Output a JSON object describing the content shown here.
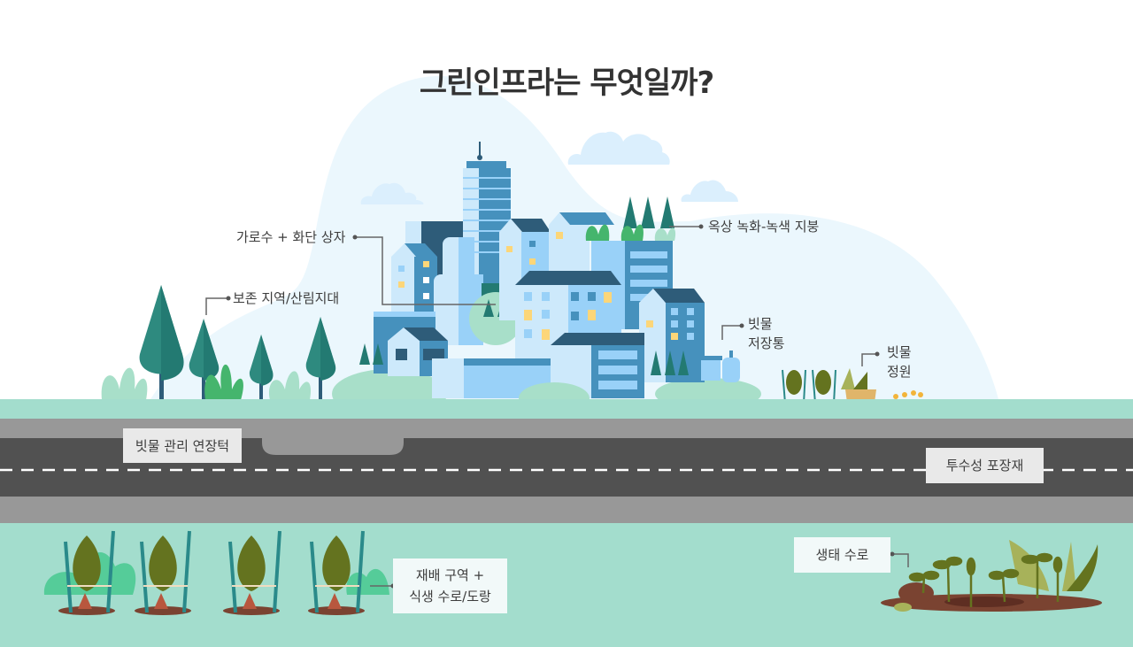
{
  "title": "그린인프라는 무엇일까?",
  "colors": {
    "sky_blob": "#ebf7fd",
    "cloud": "#dbeffd",
    "ground": "#a3ddcd",
    "road_edge": "#989898",
    "road_asphalt": "#515151",
    "lane_marking": "#ffffff",
    "building_dark": "#2e5c79",
    "building_mid": "#4691bd",
    "building_light": "#99d1f8",
    "building_pale": "#cde9fb",
    "window_yellow": "#fcd679",
    "tree_dark": "#237a72",
    "tree_light": "#2e8a7f",
    "shrub_green": "#45b56d",
    "shrub_mint": "#a8dfc9",
    "olive_shrub": "#64731f",
    "soil": "#7a4331",
    "stake": "#2a8a8a",
    "label_box": "#e8e8e8",
    "label_box_light": "#f2f9f9",
    "text": "#3d3d3d"
  },
  "labels": {
    "street_trees": "가로수 + 화단 상자",
    "conservation": "보존 지역/산림지대",
    "green_roof": "옥상 녹화-녹색 지붕",
    "rain_barrel_line1": "빗물",
    "rain_barrel_line2": "저장통",
    "rain_garden_line1": "빗물",
    "rain_garden_line2": "정원",
    "stormwater_pond": "빗물 관리 연장턱",
    "permeable_paving": "투수성 포장재",
    "cultivation_line1": "재배 구역 +",
    "cultivation_line2": "식생 수로/도랑",
    "eco_channel": "생태 수로"
  }
}
